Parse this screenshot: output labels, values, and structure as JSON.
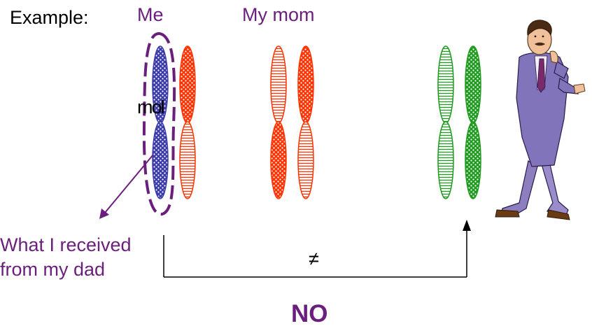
{
  "labels": {
    "example": "Example:",
    "me": "Me",
    "my_mom": "My mom",
    "overlap_text": "mol",
    "dad_caption_line1": "What I received",
    "dad_caption_line2": "from my dad",
    "not_equal": "≠",
    "result": "NO"
  },
  "colors": {
    "purple": "#6b1f7c",
    "blue": "#3a3aa8",
    "red": "#ff3300",
    "green": "#1e9a1e"
  },
  "icons": {
    "figure": "man-in-purple-suit"
  }
}
